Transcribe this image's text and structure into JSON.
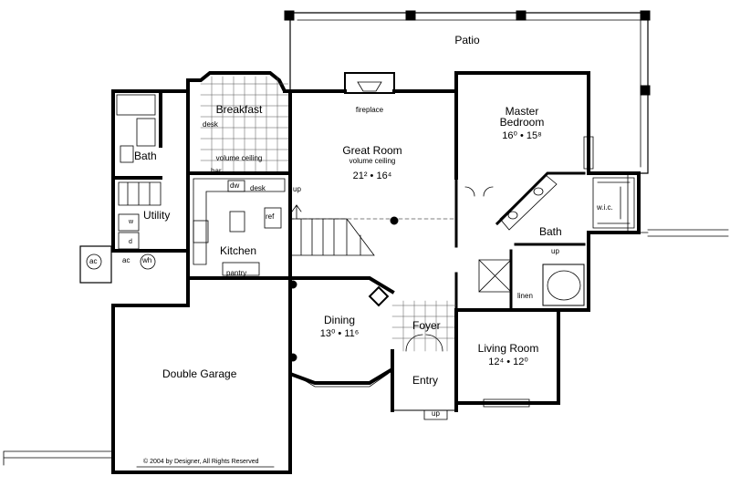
{
  "rooms": {
    "patio": "Patio",
    "master_bedroom_line1": "Master",
    "master_bedroom_line2": "Bedroom",
    "master_dim": "16⁰ • 15⁸",
    "breakfast": "Breakfast",
    "great_room": "Great Room",
    "great_room_sub": "volume ceiling",
    "great_dim": "21² • 16⁴",
    "bath_left": "Bath",
    "utility": "Utility",
    "kitchen": "Kitchen",
    "bath_right": "Bath",
    "wic": "w.i.c.",
    "dining": "Dining",
    "dining_dim": "13⁰ • 11⁶",
    "foyer": "Foyer",
    "living_room": "Living Room",
    "living_dim": "12⁴ • 12⁰",
    "entry": "Entry",
    "double_garage": "Double Garage"
  },
  "fixtures": {
    "fireplace": "fireplace",
    "desk_breakfast": "desk",
    "volume_ceiling_kitchen": "volume ceiling",
    "bar": "bar",
    "dw": "dw",
    "desk_kitchen": "desk",
    "ref": "ref",
    "pantry": "pantry",
    "ac_outside": "ac",
    "ac_inside": "ac",
    "wh": "wh",
    "w": "w",
    "d": "d",
    "up_stairs": "up",
    "up_bath": "up",
    "up_entry": "up",
    "linen": "linen"
  },
  "copyright": "© 2004 by Designer, All Rights Reserved"
}
